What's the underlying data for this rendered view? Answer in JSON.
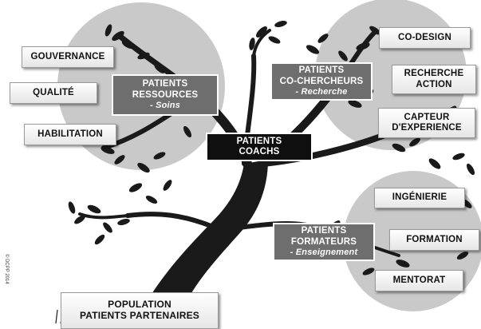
{
  "boxes": {
    "gouvernance": "GOUVERNANCE",
    "qualite": "QUALITÉ",
    "habilitation": "HABILITATION",
    "patients_ressources": {
      "line1": "PATIENTS",
      "line2": "RESSOURCES",
      "sub": "- Soins"
    },
    "patients_co_chercheurs": {
      "line1": "PATIENTS",
      "line2": "CO-CHERCHEURS",
      "sub": "- Recherche"
    },
    "patients_coachs": {
      "line1": "PATIENTS",
      "line2": "COACHS"
    },
    "co_design": "CO-DESIGN",
    "recherche_action": {
      "line1": "RECHERCHE",
      "line2": "ACTION"
    },
    "capteur_experience": {
      "line1": "CAPTEUR",
      "line2": "D'EXPERIENCE"
    },
    "ingenierie": "INGÉNIERIE",
    "patients_formateurs": {
      "line1": "PATIENTS",
      "line2": "FORMATEURS",
      "sub": "- Enseignement"
    },
    "formation": "FORMATION",
    "mentorat": "MENTORAT",
    "population": {
      "line1": "POPULATION",
      "line2": "PATIENTS PARTENAIRES"
    }
  },
  "copyright": "© DCPP 2014",
  "colors": {
    "circle": "#c9c9c9",
    "tree": "#1a1a1a",
    "dark_box": "#6e6e6e",
    "darkest_box": "#0f0f0f"
  }
}
